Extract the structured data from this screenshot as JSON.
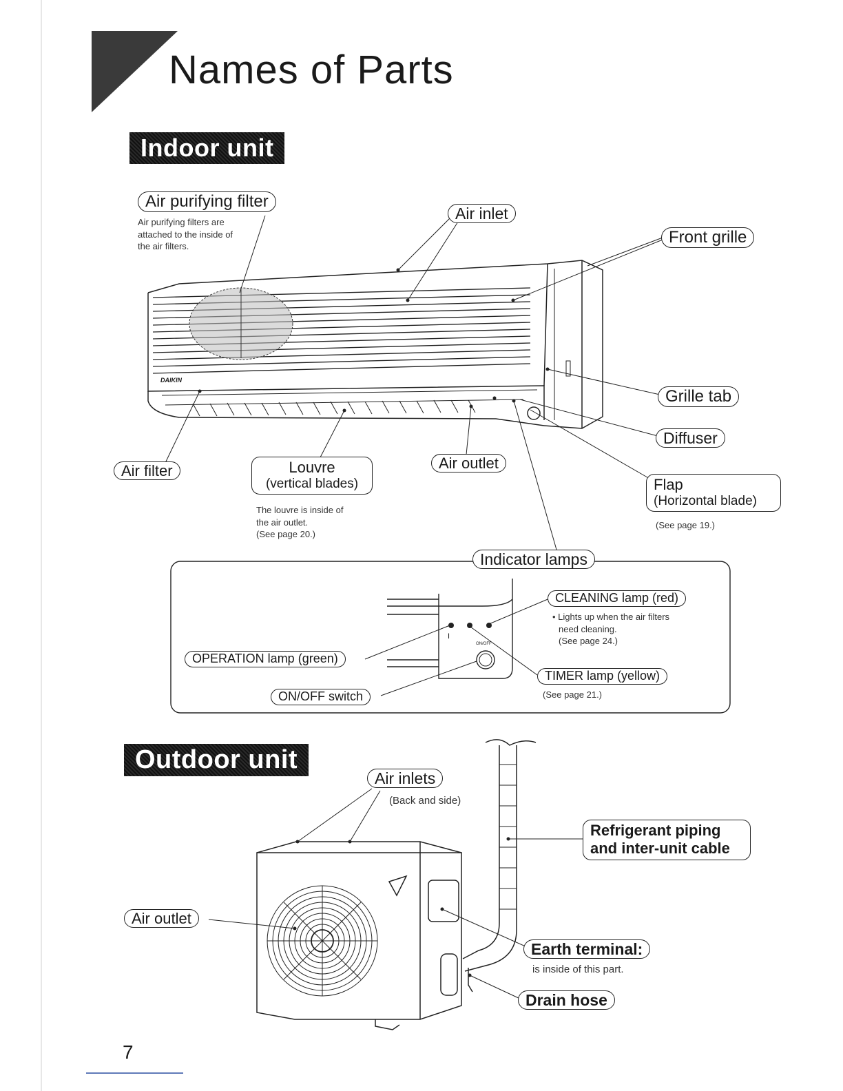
{
  "page": {
    "title": "Names of Parts",
    "page_number": "7"
  },
  "indoor": {
    "heading": "Indoor unit",
    "brand": "DAIKIN",
    "labels": {
      "air_purifying_filter": "Air purifying filter",
      "air_purifying_note": [
        "Air purifying filters are",
        "attached to the inside of",
        "the air filters."
      ],
      "air_inlet": "Air inlet",
      "front_grille": "Front grille",
      "grille_tab": "Grille tab",
      "diffuser": "Diffuser",
      "air_filter": "Air filter",
      "louvre_line1": "Louvre",
      "louvre_line2": "(vertical blades)",
      "louvre_note": [
        "The louvre is inside of",
        "the air outlet.",
        "(See page 20.)"
      ],
      "air_outlet": "Air outlet",
      "flap_line1": "Flap",
      "flap_line2": "(Horizontal blade)",
      "flap_note": "(See page 19.)",
      "indicator_lamps": "Indicator lamps"
    },
    "panel": {
      "cleaning_lamp": "CLEANING lamp (red)",
      "cleaning_note": [
        "• Lights up when the air filters",
        "need cleaning.",
        "(See page 24.)"
      ],
      "operation_lamp": "OPERATION lamp (green)",
      "timer_lamp": "TIMER lamp (yellow)",
      "timer_note": "(See page 21.)",
      "on_off_switch": "ON/OFF switch",
      "on_off_mark": "ON/OFF",
      "op_mark": "I"
    }
  },
  "outdoor": {
    "heading": "Outdoor unit",
    "labels": {
      "air_inlets": "Air inlets",
      "air_inlets_note": "(Back and side)",
      "refrigerant_line1": "Refrigerant piping",
      "refrigerant_line2": "and inter-unit cable",
      "air_outlet": "Air outlet",
      "earth_terminal": "Earth terminal:",
      "earth_note": "is inside of this part.",
      "drain_hose": "Drain hose"
    }
  }
}
